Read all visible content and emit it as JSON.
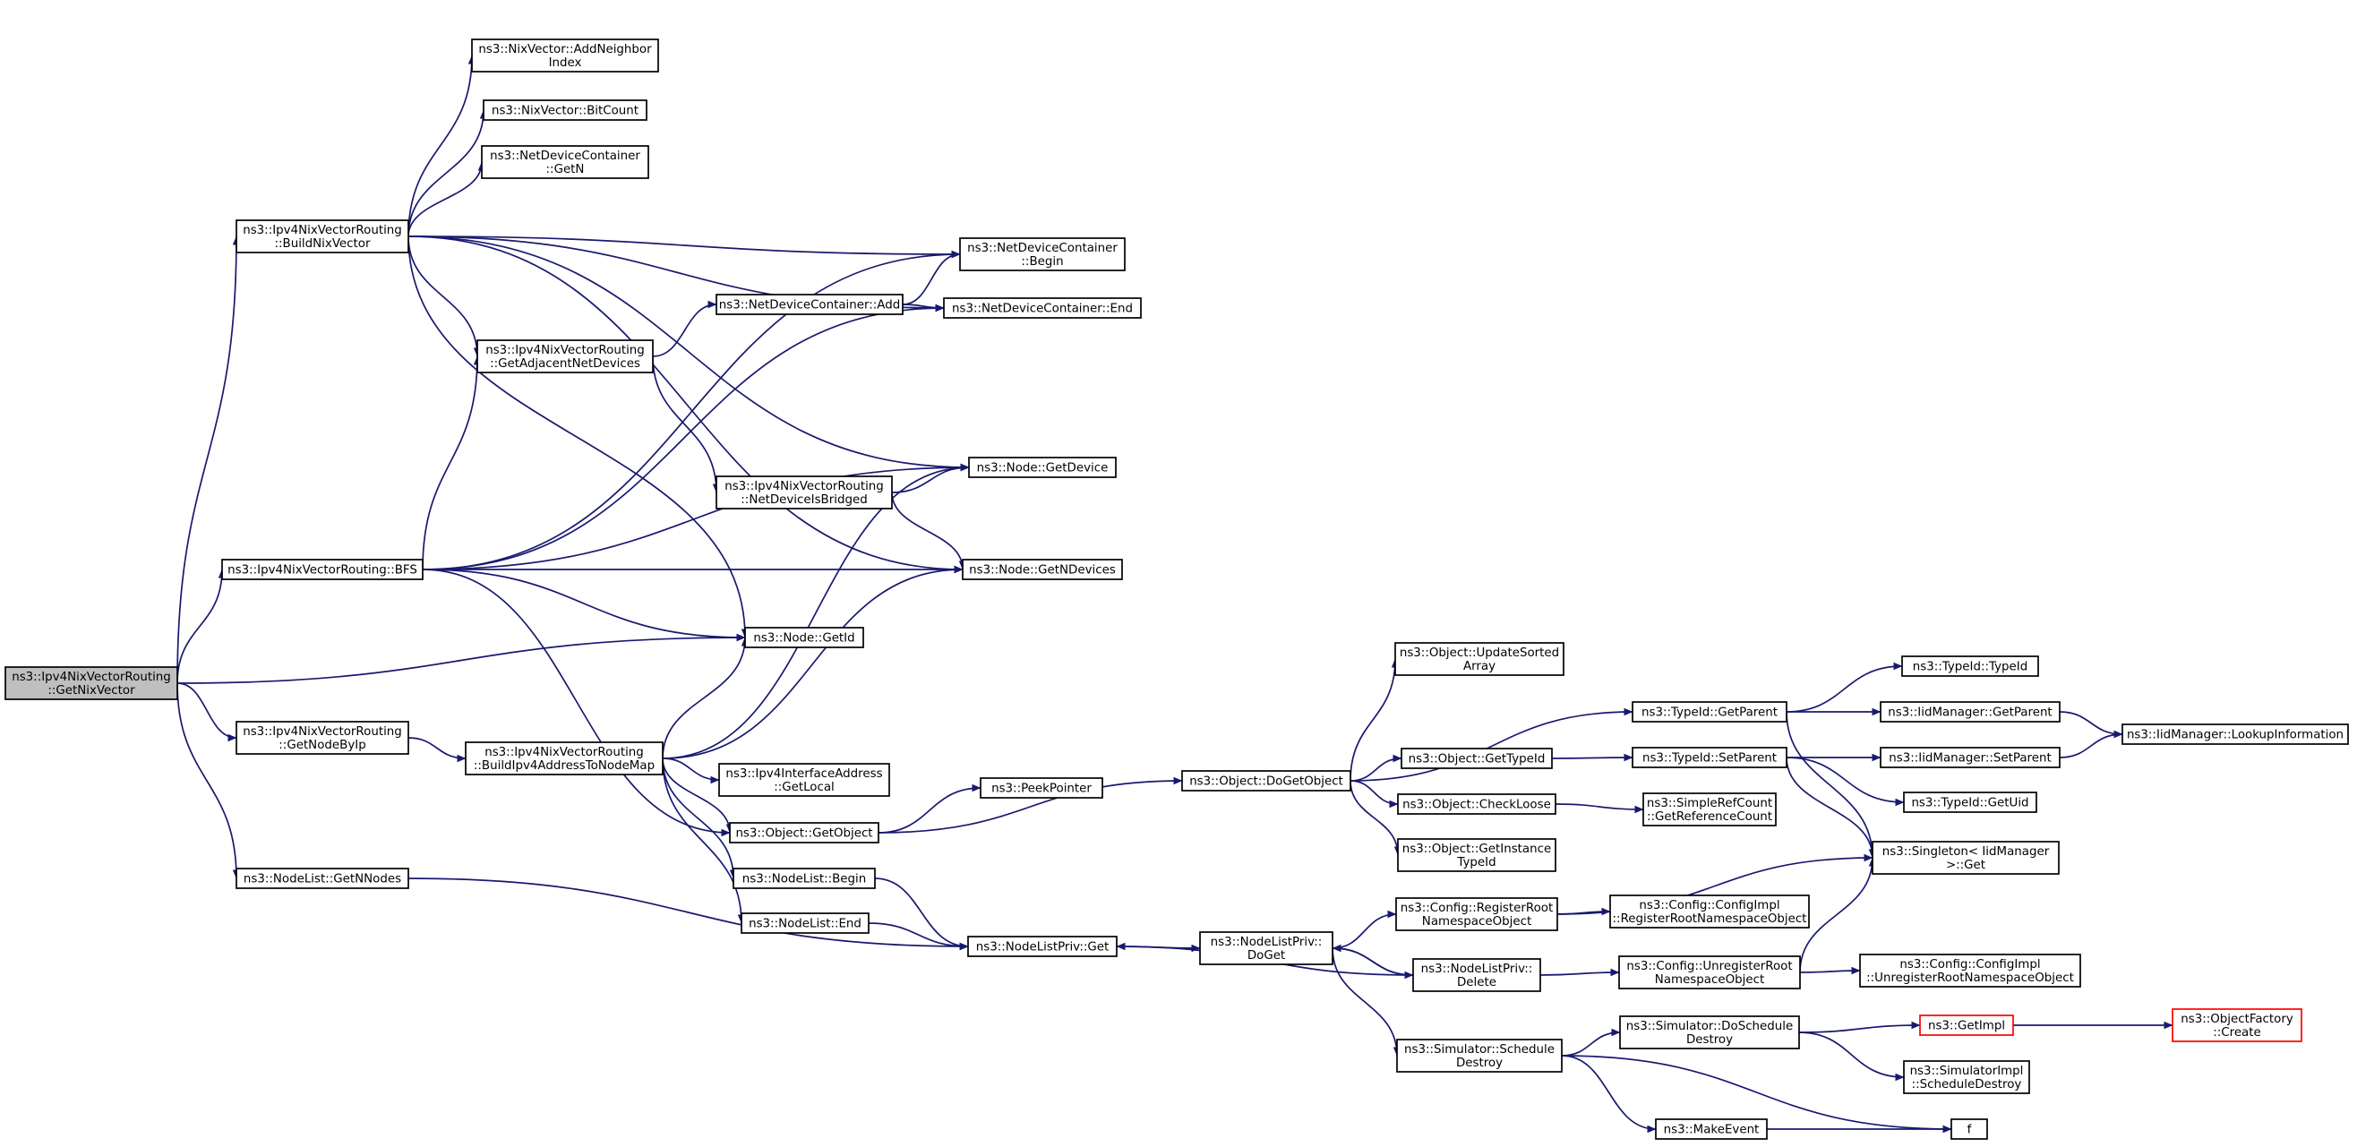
{
  "colors": {
    "edge": "#191970",
    "node_fill": "#ffffff",
    "root_fill": "#bfbfbf",
    "node_border": "#000000",
    "truncated_border": "#ff0000"
  },
  "nodes": [
    {
      "id": "getnixvector",
      "lines": [
        "ns3::Ipv4NixVectorRouting",
        "::GetNixVector"
      ],
      "style": "root"
    },
    {
      "id": "buildnixvector",
      "lines": [
        "ns3::Ipv4NixVectorRouting",
        "::BuildNixVector"
      ]
    },
    {
      "id": "bfs",
      "lines": [
        "ns3::Ipv4NixVectorRouting::BFS"
      ]
    },
    {
      "id": "getnodebyip",
      "lines": [
        "ns3::Ipv4NixVectorRouting",
        "::GetNodeByIp"
      ]
    },
    {
      "id": "getnnodes",
      "lines": [
        "ns3::NodeList::GetNNodes"
      ]
    },
    {
      "id": "addneighbor",
      "lines": [
        "ns3::NixVector::AddNeighbor",
        "Index"
      ]
    },
    {
      "id": "bitcount",
      "lines": [
        "ns3::NixVector::BitCount"
      ]
    },
    {
      "id": "ndc_getn",
      "lines": [
        "ns3::NetDeviceContainer",
        "::GetN"
      ]
    },
    {
      "id": "getadj",
      "lines": [
        "ns3::Ipv4NixVectorRouting",
        "::GetAdjacentNetDevices"
      ]
    },
    {
      "id": "ndc_add",
      "lines": [
        "ns3::NetDeviceContainer::Add"
      ]
    },
    {
      "id": "isbridged",
      "lines": [
        "ns3::Ipv4NixVectorRouting",
        "::NetDeviceIsBridged"
      ]
    },
    {
      "id": "node_getid",
      "lines": [
        "ns3::Node::GetId"
      ]
    },
    {
      "id": "buildipv4",
      "lines": [
        "ns3::Ipv4NixVectorRouting",
        "::BuildIpv4AddressToNodeMap"
      ]
    },
    {
      "id": "getlocal",
      "lines": [
        "ns3::Ipv4InterfaceAddress",
        "::GetLocal"
      ]
    },
    {
      "id": "obj_getobject",
      "lines": [
        "ns3::Object::GetObject"
      ]
    },
    {
      "id": "nl_begin",
      "lines": [
        "ns3::NodeList::Begin"
      ]
    },
    {
      "id": "nl_end",
      "lines": [
        "ns3::NodeList::End"
      ]
    },
    {
      "id": "ndc_begin",
      "lines": [
        "ns3::NetDeviceContainer",
        "::Begin"
      ]
    },
    {
      "id": "ndc_end",
      "lines": [
        "ns3::NetDeviceContainer::End"
      ]
    },
    {
      "id": "node_getdevice",
      "lines": [
        "ns3::Node::GetDevice"
      ]
    },
    {
      "id": "node_getndevices",
      "lines": [
        "ns3::Node::GetNDevices"
      ]
    },
    {
      "id": "peekpointer",
      "lines": [
        "ns3::PeekPointer"
      ]
    },
    {
      "id": "nlp_get",
      "lines": [
        "ns3::NodeListPriv::Get"
      ]
    },
    {
      "id": "dogetobject",
      "lines": [
        "ns3::Object::DoGetObject"
      ]
    },
    {
      "id": "nlp_doget",
      "lines": [
        "ns3::NodeListPriv::",
        "DoGet"
      ]
    },
    {
      "id": "updatesorted",
      "lines": [
        "ns3::Object::UpdateSorted",
        "Array"
      ]
    },
    {
      "id": "obj_gettypeid",
      "lines": [
        "ns3::Object::GetTypeId"
      ]
    },
    {
      "id": "checkloose",
      "lines": [
        "ns3::Object::CheckLoose"
      ]
    },
    {
      "id": "getinstance",
      "lines": [
        "ns3::Object::GetInstance",
        "TypeId"
      ]
    },
    {
      "id": "registerroot",
      "lines": [
        "ns3::Config::RegisterRoot",
        "NamespaceObject"
      ]
    },
    {
      "id": "nlp_delete",
      "lines": [
        "ns3::NodeListPriv::",
        "Delete"
      ]
    },
    {
      "id": "schedule_destroy",
      "lines": [
        "ns3::Simulator::Schedule",
        "Destroy"
      ]
    },
    {
      "id": "typeid_getparent",
      "lines": [
        "ns3::TypeId::GetParent"
      ]
    },
    {
      "id": "typeid_setparent",
      "lines": [
        "ns3::TypeId::SetParent"
      ]
    },
    {
      "id": "getrefcount",
      "lines": [
        "ns3::SimpleRefCount",
        "::GetReferenceCount"
      ]
    },
    {
      "id": "impl_register",
      "lines": [
        "ns3::Config::ConfigImpl",
        "::RegisterRootNamespaceObject"
      ]
    },
    {
      "id": "unregisterroot",
      "lines": [
        "ns3::Config::UnregisterRoot",
        "NamespaceObject"
      ]
    },
    {
      "id": "doscheduledestroy",
      "lines": [
        "ns3::Simulator::DoSchedule",
        "Destroy"
      ]
    },
    {
      "id": "makeevent",
      "lines": [
        "ns3::MakeEvent"
      ]
    },
    {
      "id": "typeid_typeid",
      "lines": [
        "ns3::TypeId::TypeId"
      ]
    },
    {
      "id": "iid_getparent",
      "lines": [
        "ns3::IidManager::GetParent"
      ]
    },
    {
      "id": "iid_setparent",
      "lines": [
        "ns3::IidManager::SetParent"
      ]
    },
    {
      "id": "typeid_getuid",
      "lines": [
        "ns3::TypeId::GetUid"
      ]
    },
    {
      "id": "singleton_get",
      "lines": [
        "ns3::Singleton< IidManager",
        " >::Get"
      ]
    },
    {
      "id": "impl_unregister",
      "lines": [
        "ns3::Config::ConfigImpl",
        "::UnregisterRootNamespaceObject"
      ]
    },
    {
      "id": "getimpl",
      "lines": [
        "ns3::GetImpl"
      ],
      "style": "truncated"
    },
    {
      "id": "simimpl_sched",
      "lines": [
        "ns3::SimulatorImpl",
        "::ScheduleDestroy"
      ]
    },
    {
      "id": "f",
      "lines": [
        "f"
      ]
    },
    {
      "id": "lookupinfo",
      "lines": [
        "ns3::IidManager::LookupInformation"
      ]
    },
    {
      "id": "objectfactory",
      "lines": [
        "ns3::ObjectFactory",
        "::Create"
      ],
      "style": "truncated"
    }
  ],
  "edges": [
    [
      "getnixvector",
      "buildnixvector"
    ],
    [
      "getnixvector",
      "bfs"
    ],
    [
      "getnixvector",
      "node_getid"
    ],
    [
      "getnixvector",
      "getnodebyip"
    ],
    [
      "getnixvector",
      "getnnodes"
    ],
    [
      "buildnixvector",
      "addneighbor"
    ],
    [
      "buildnixvector",
      "bitcount"
    ],
    [
      "buildnixvector",
      "ndc_getn"
    ],
    [
      "buildnixvector",
      "ndc_begin"
    ],
    [
      "buildnixvector",
      "ndc_end"
    ],
    [
      "buildnixvector",
      "getadj"
    ],
    [
      "buildnixvector",
      "node_getdevice"
    ],
    [
      "buildnixvector",
      "node_getndevices"
    ],
    [
      "buildnixvector",
      "node_getid"
    ],
    [
      "bfs",
      "getadj"
    ],
    [
      "bfs",
      "ndc_begin"
    ],
    [
      "bfs",
      "ndc_end"
    ],
    [
      "bfs",
      "node_getdevice"
    ],
    [
      "bfs",
      "node_getndevices"
    ],
    [
      "bfs",
      "node_getid"
    ],
    [
      "bfs",
      "obj_getobject"
    ],
    [
      "getadj",
      "ndc_add"
    ],
    [
      "getadj",
      "isbridged"
    ],
    [
      "ndc_add",
      "ndc_begin"
    ],
    [
      "ndc_add",
      "ndc_end"
    ],
    [
      "isbridged",
      "node_getdevice"
    ],
    [
      "isbridged",
      "node_getndevices"
    ],
    [
      "getnodebyip",
      "buildipv4"
    ],
    [
      "buildipv4",
      "node_getid"
    ],
    [
      "buildipv4",
      "node_getdevice"
    ],
    [
      "buildipv4",
      "node_getndevices"
    ],
    [
      "buildipv4",
      "getlocal"
    ],
    [
      "buildipv4",
      "obj_getobject"
    ],
    [
      "buildipv4",
      "nl_begin"
    ],
    [
      "buildipv4",
      "nl_end"
    ],
    [
      "getnnodes",
      "nlp_get"
    ],
    [
      "nl_begin",
      "nlp_get"
    ],
    [
      "nl_end",
      "nlp_get"
    ],
    [
      "obj_getobject",
      "peekpointer"
    ],
    [
      "obj_getobject",
      "dogetobject"
    ],
    [
      "nlp_get",
      "nlp_doget"
    ],
    [
      "dogetobject",
      "updatesorted"
    ],
    [
      "dogetobject",
      "typeid_getparent"
    ],
    [
      "dogetobject",
      "obj_gettypeid"
    ],
    [
      "dogetobject",
      "checkloose"
    ],
    [
      "dogetobject",
      "getinstance"
    ],
    [
      "nlp_doget",
      "registerroot"
    ],
    [
      "nlp_doget",
      "nlp_delete"
    ],
    [
      "nlp_doget",
      "schedule_destroy"
    ],
    [
      "nlp_delete",
      "nlp_doget"
    ],
    [
      "nlp_delete",
      "nlp_get"
    ],
    [
      "nlp_delete",
      "unregisterroot"
    ],
    [
      "obj_gettypeid",
      "typeid_setparent"
    ],
    [
      "checkloose",
      "getrefcount"
    ],
    [
      "registerroot",
      "impl_register"
    ],
    [
      "registerroot",
      "singleton_get"
    ],
    [
      "unregisterroot",
      "impl_unregister"
    ],
    [
      "unregisterroot",
      "singleton_get"
    ],
    [
      "schedule_destroy",
      "doscheduledestroy"
    ],
    [
      "schedule_destroy",
      "makeevent"
    ],
    [
      "schedule_destroy",
      "f"
    ],
    [
      "doscheduledestroy",
      "getimpl"
    ],
    [
      "doscheduledestroy",
      "simimpl_sched"
    ],
    [
      "makeevent",
      "f"
    ],
    [
      "typeid_getparent",
      "typeid_typeid"
    ],
    [
      "typeid_getparent",
      "iid_getparent"
    ],
    [
      "typeid_getparent",
      "singleton_get"
    ],
    [
      "typeid_setparent",
      "iid_setparent"
    ],
    [
      "typeid_setparent",
      "typeid_getuid"
    ],
    [
      "typeid_setparent",
      "singleton_get"
    ],
    [
      "iid_getparent",
      "lookupinfo"
    ],
    [
      "iid_setparent",
      "lookupinfo"
    ],
    [
      "getimpl",
      "objectfactory"
    ]
  ]
}
